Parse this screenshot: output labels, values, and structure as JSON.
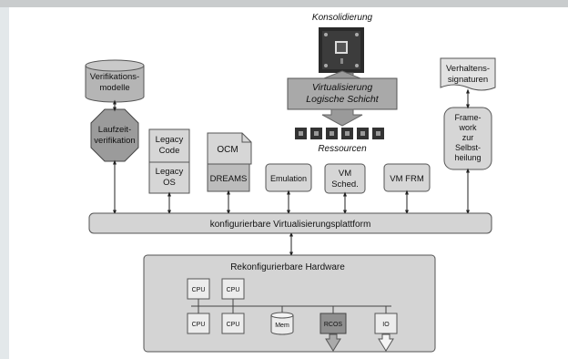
{
  "consolidation": {
    "title": "Konsolidierung"
  },
  "virtualization": {
    "line1": "Virtualisierung",
    "line2": "Logische Schicht"
  },
  "resources": {
    "label": "Ressourcen"
  },
  "verification_models": {
    "line1": "Verifikations-",
    "line2": "modelle"
  },
  "runtime_verification": {
    "line1": "Laufzeit-",
    "line2": "verifikation"
  },
  "legacy_code": {
    "line1": "Legacy",
    "line2": "Code"
  },
  "legacy_os": {
    "line1": "Legacy",
    "line2": "OS"
  },
  "ocm": {
    "label": "OCM"
  },
  "dreams": {
    "label": "DREAMS"
  },
  "emulation": {
    "label": "Emulation"
  },
  "vm_sched": {
    "line1": "VM",
    "line2": "Sched."
  },
  "vm_frm": {
    "label": "VM FRM"
  },
  "behavior_signatures": {
    "line1": "Verhaltens-",
    "line2": "signaturen"
  },
  "self_healing": {
    "lines": [
      "Frame-",
      "work",
      "zur",
      "Selbst-",
      "heilung"
    ]
  },
  "platform": {
    "label": "konfigurierbare Virtualisierungsplattform"
  },
  "hardware": {
    "title": "Rekonfigurierbare Hardware",
    "cpu": "CPU",
    "mem": "Mem",
    "rcos": "RCOS",
    "io": "IO"
  },
  "colors": {
    "box_fill": "#d4d4d4",
    "dark_fill": "#b3b3b3",
    "stroke": "#555555",
    "background": "#ffffff"
  }
}
